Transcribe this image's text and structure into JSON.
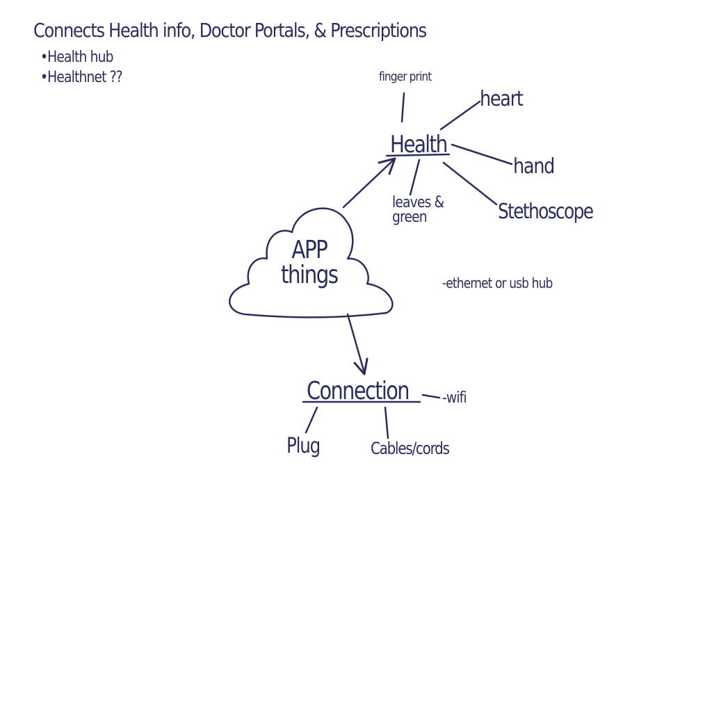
{
  "header": {
    "title": "Connects Health info, Doctor Portals, & Prescriptions",
    "bullets": [
      "•Health hub",
      "•Healthnet ??"
    ]
  },
  "center": {
    "label": "APP\nthings"
  },
  "health": {
    "label": "Health",
    "branches": {
      "fingerprint": "finger print",
      "heart": "heart",
      "hand": "hand",
      "leaves": "leaves &\ngreen",
      "stethoscope": "Stethoscope"
    }
  },
  "side_note": "-ethernet or usb hub",
  "connection": {
    "label": "Connection",
    "branches": {
      "wifi": "-wifi",
      "plug": "Plug",
      "cables": "Cables/cords"
    }
  },
  "colors": {
    "ink": "#2b2d5c",
    "background": "#ffffff"
  }
}
